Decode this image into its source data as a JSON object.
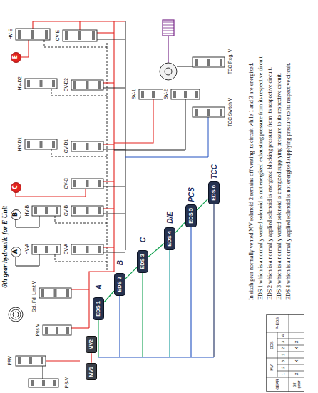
{
  "diagram": {
    "title": "6th gear hydraulic for E Unit",
    "nodes": [
      {
        "text": [
          "E"
        ]
      },
      {
        "text": [
          "C"
        ]
      },
      {
        "text": [
          "B"
        ]
      },
      {
        "text": [
          "A"
        ]
      },
      {
        "text": [
          "MV1"
        ]
      },
      {
        "text": [
          "MV2"
        ]
      },
      {
        "text": [
          "EDS 1"
        ]
      },
      {
        "text": [
          "EDS 2"
        ]
      },
      {
        "text": [
          "EDS 3"
        ]
      },
      {
        "text": [
          "EDS 4"
        ]
      },
      {
        "text": [
          "EDS 5"
        ]
      },
      {
        "text": [
          "EDS 6"
        ]
      }
    ],
    "edges": [
      {
        "from": 5,
        "to": 4,
        "arrow": "none"
      },
      {
        "from": 6,
        "to": 7,
        "arrow": "none"
      },
      {
        "from": 7,
        "to": 8,
        "arrow": "none"
      },
      {
        "from": 8,
        "to": 9,
        "arrow": "none"
      },
      {
        "from": 9,
        "to": 10,
        "arrow": "none"
      },
      {
        "from": 10,
        "to": 11,
        "arrow": "none"
      }
    ],
    "labels": [
      "HV-E",
      "CV-E",
      "HV-D2",
      "CV-D2",
      "HV-D1",
      "CV-D1",
      "CV-C",
      "HV-B",
      "CV-B",
      "HV-A",
      "CV-A",
      "Sol. Fd. Limit V",
      "Pos V",
      "PRV",
      "PS-V",
      "SV-1",
      "SV-2",
      "TCC Reg. V",
      "TCC Switch V",
      "A",
      "B",
      "C",
      "D/E",
      "PCS",
      "TCC",
      "In sixth gear normally vented MV solenoid 2 remains off venting its circuit while 1 and 3 are energized.",
      "EDS 1 which is a normally vented solenoid is not energized exhausting pressure from its respective circuit.",
      "EDS 2 which is a normally applied solenoid is energized blocking pressure from its respective circuit.",
      "EDS 3 which is a normally vented solenoid is energized supplying pressure to its respective circuit.",
      "EDS 4 which is a normally applied solenoid is not energized supplying pressure to its respective circuit.",
      "GEAR",
      "MV",
      "EDS",
      "P-EDS",
      "1",
      "2",
      "3",
      "1",
      "2",
      "3",
      "4",
      "6th gear",
      "X",
      "X",
      "X",
      "X"
    ]
  }
}
